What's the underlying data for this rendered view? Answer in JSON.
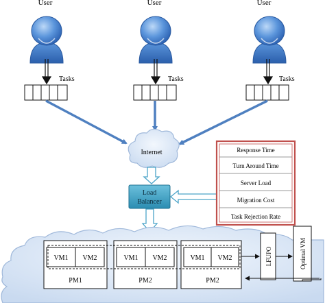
{
  "users": [
    {
      "label": "User",
      "tasks_label": "Tasks"
    },
    {
      "label": "User",
      "tasks_label": "Tasks"
    },
    {
      "label": "User",
      "tasks_label": "Tasks"
    }
  ],
  "internet": {
    "label": "Internet"
  },
  "load_balancer": {
    "line1": "Load",
    "line2": "Balancer"
  },
  "metrics": [
    "Response Time",
    "Turn Around Time",
    "Server Load",
    "Migration Cost",
    "Task Rejection Rate"
  ],
  "physical_machines": [
    {
      "label": "PM1",
      "vms": [
        "VM1",
        "VM2"
      ]
    },
    {
      "label": "PM2",
      "vms": [
        "VM1",
        "VM2"
      ]
    },
    {
      "label": "PM2",
      "vms": [
        "VM1",
        "VM2"
      ]
    }
  ],
  "lfupo": {
    "label": "LFUPO"
  },
  "optimal_vm": {
    "label": "Optimal VM"
  },
  "colors": {
    "user_body": "#3f7fd0",
    "arrow_blue": "#4f80c0",
    "cloud_fill": "#dde8f6",
    "cloud_stroke": "#9fb8da",
    "load_balancer": "#3a9ec0",
    "metrics_border": "#c0504d"
  }
}
